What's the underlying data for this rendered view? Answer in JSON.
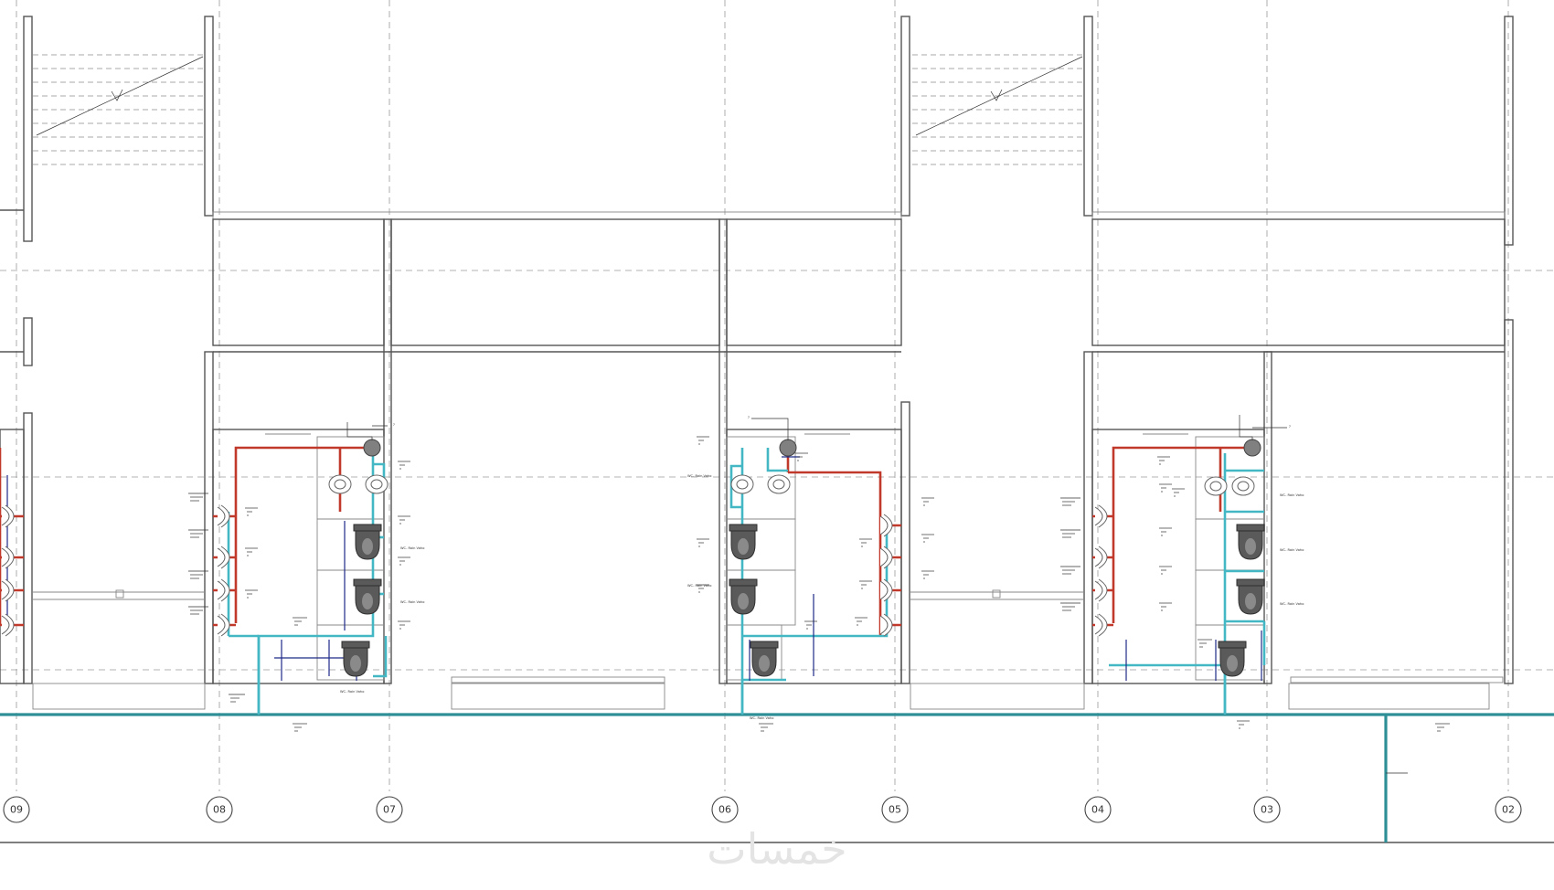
{
  "drawing": {
    "type": "plumbing-floor-plan",
    "grid_axes": [
      "09",
      "08",
      "07",
      "06",
      "05",
      "04",
      "03",
      "02"
    ],
    "fixture_label": "WC- Rain Vaho",
    "callout_marker": "?",
    "watermark": "خمسات",
    "legend_colors": {
      "hot_water": "#c0392b",
      "cold_water": "#2f8f97",
      "drainage": "#1f2a88"
    }
  }
}
